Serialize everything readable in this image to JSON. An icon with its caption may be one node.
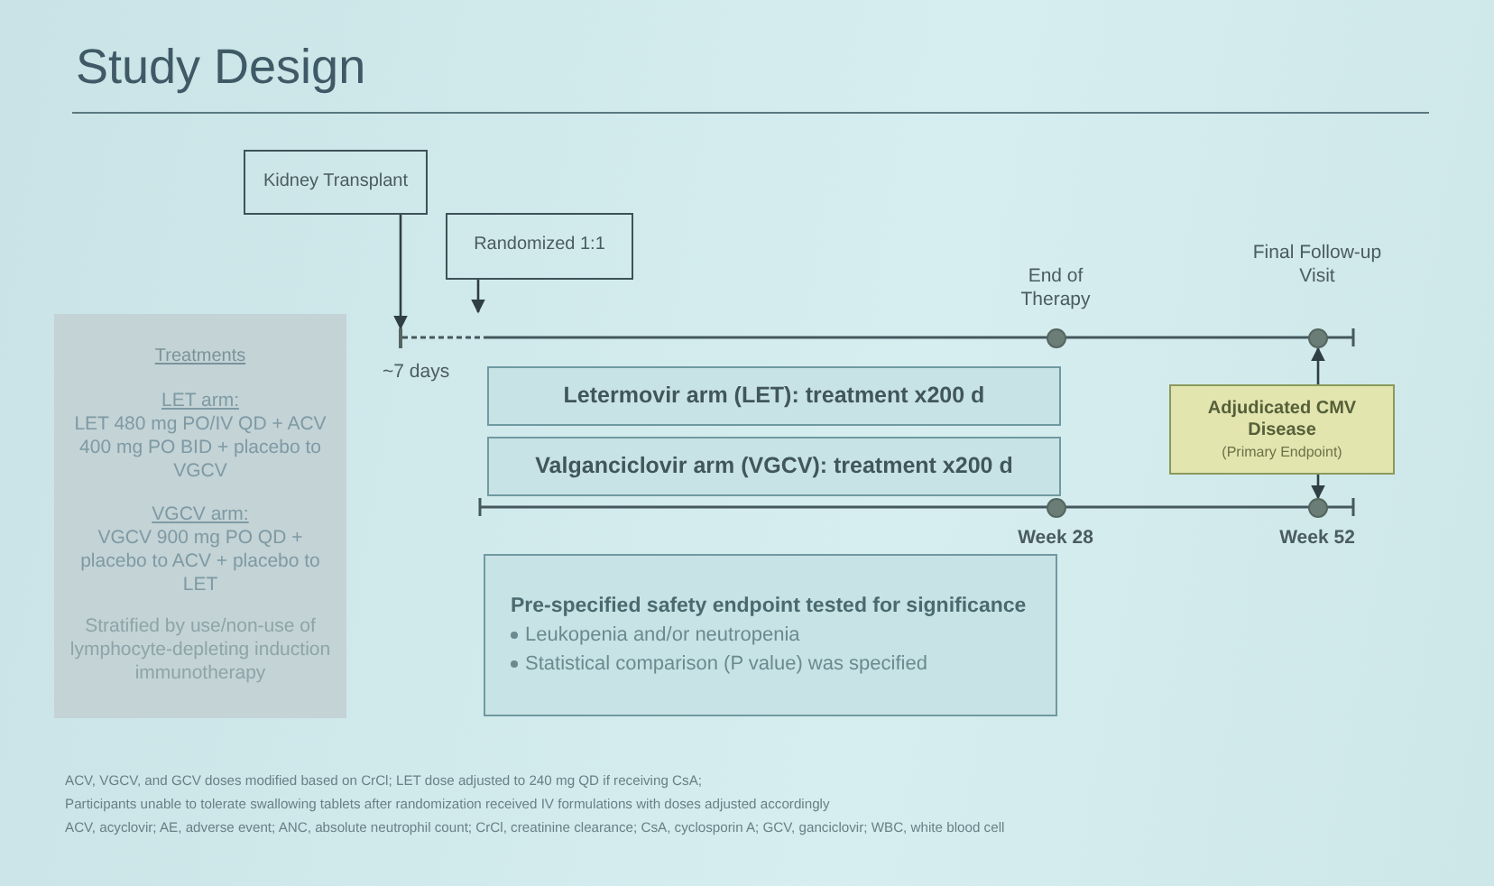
{
  "diagram": {
    "title": "Study Design",
    "nodes": [
      {
        "text": [
          "Kidney Transplant"
        ]
      },
      {
        "text": [
          "Randomized 1:1"
        ]
      },
      {
        "text": [
          "Treatments",
          "LET arm:",
          "LET 480 mg PO/IV QD + ACV 400 mg PO BID + placebo to VGCV",
          "VGCV arm:",
          "VGCV 900 mg PO QD + placebo to ACV + placebo to LET",
          "Stratified by use/non-use of lymphocyte-depleting induction immunotherapy"
        ]
      },
      {
        "text": [
          "Letermovir arm (LET): treatment x200 d"
        ]
      },
      {
        "text": [
          "Valganciclovir arm (VGCV): treatment x200 d"
        ]
      },
      {
        "text": [],
        "shape": "circle",
        "beside": [
          "End of Therapy"
        ]
      },
      {
        "text": [],
        "shape": "circle",
        "beside": [
          "Final Follow-up Visit"
        ]
      },
      {
        "text": [
          "Adjudicated CMV Disease",
          "(Primary Endpoint)"
        ]
      },
      {
        "text": [],
        "shape": "circle",
        "beside": [
          "Week 28"
        ]
      },
      {
        "text": [],
        "shape": "circle",
        "beside": [
          "Week 52"
        ]
      },
      {
        "text": [
          "Pre-specified safety endpoint tested for significance",
          "Leukopenia and/or neutropenia",
          "Statistical comparison (P value) was specified"
        ]
      },
      {
        "text": [],
        "shape": "bar"
      }
    ],
    "edges": [
      {
        "from": 0,
        "to": 11,
        "arrow": "to"
      },
      {
        "from": 1,
        "to": null,
        "arrow": "to"
      },
      {
        "from": 7,
        "to": 6,
        "arrow": "to"
      },
      {
        "from": 7,
        "to": 9,
        "arrow": "to"
      }
    ],
    "labels": [
      "~7 days",
      "ACV, VGCV, and GCV doses modified based on CrCl; LET dose adjusted to 240 mg QD if receiving CsA;",
      "Participants unable to tolerate swallowing tablets after randomization received IV formulations with doses adjusted accordingly",
      "ACV, acyclovir; AE, adverse event; ANC, absolute neutrophil count; CrCl, creatinine clearance; CsA, cyclosporin A; GCV, ganciclovir; WBC, white blood cell"
    ]
  }
}
